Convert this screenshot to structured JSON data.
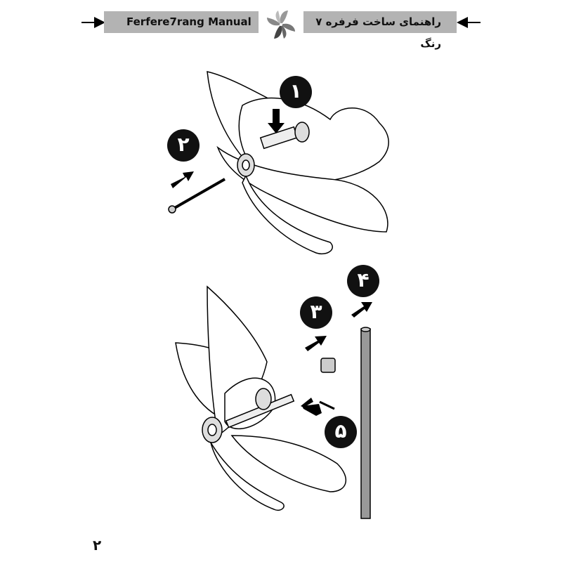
{
  "header": {
    "title_en": "Ferfere7rang Manual",
    "title_fa": "راهنمای ساخت فرفره ۷ رنگ",
    "logo_icon": "pinwheel-logo-icon"
  },
  "steps": [
    {
      "number": "۱"
    },
    {
      "number": "۲"
    },
    {
      "number": "۳"
    },
    {
      "number": "۴"
    },
    {
      "number": "۵"
    }
  ],
  "page_number": "۲"
}
